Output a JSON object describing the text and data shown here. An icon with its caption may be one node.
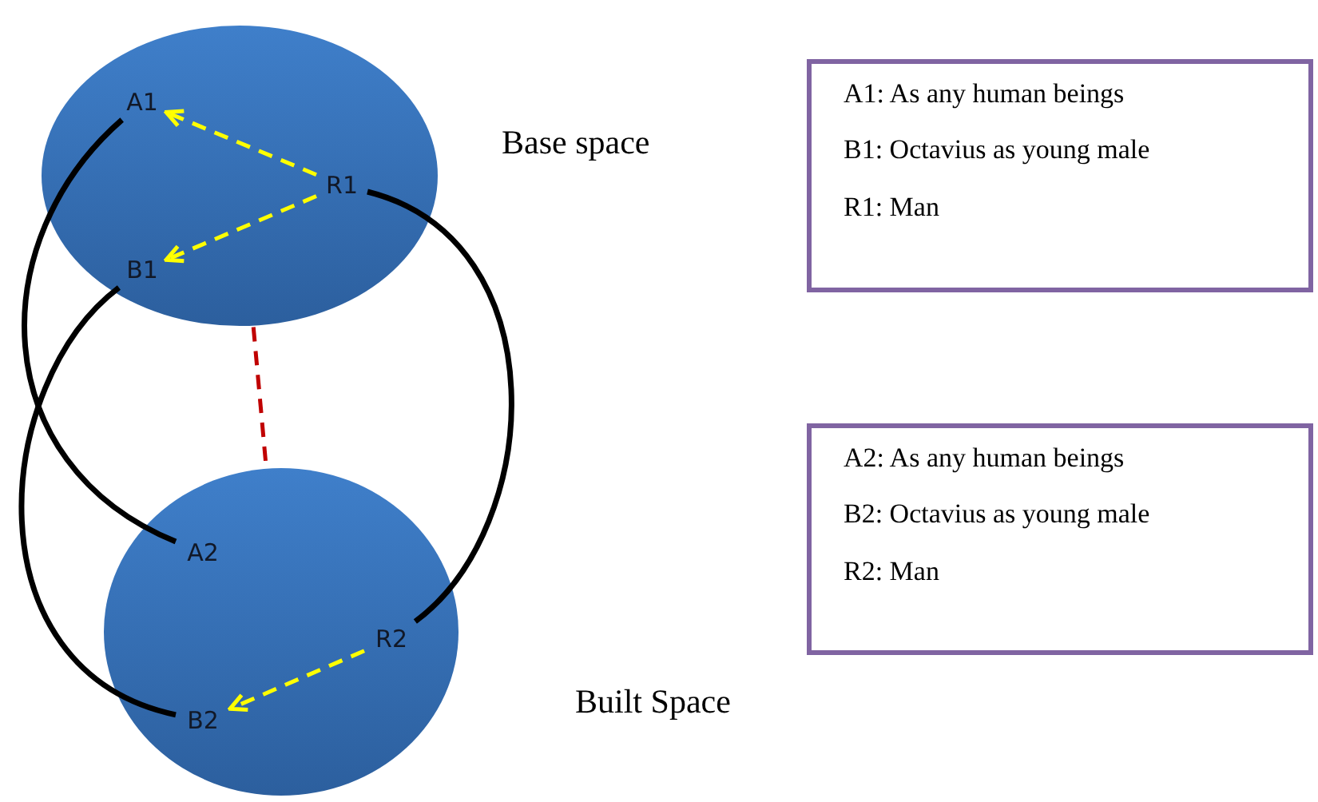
{
  "diagram": {
    "nodes": [
      {
        "text": [],
        "shape": "circle",
        "beside": [
          "Base space"
        ]
      },
      {
        "text": [
          "A1"
        ],
        "in": 0
      },
      {
        "text": [
          "R1"
        ],
        "in": 0
      },
      {
        "text": [
          "B1"
        ],
        "in": 0
      },
      {
        "text": [],
        "shape": "circle",
        "beside": [
          "Built Space"
        ]
      },
      {
        "text": [
          "A2"
        ],
        "in": 4
      },
      {
        "text": [
          "R2"
        ],
        "in": 4
      },
      {
        "text": [
          "B2"
        ],
        "in": 4
      },
      {
        "text": [
          "A1: As any human beings",
          "B1: Octavius as young male",
          "R1: Man"
        ]
      },
      {
        "text": [
          "A2: As any human beings",
          "B2: Octavius as young male",
          "R2: Man"
        ]
      }
    ],
    "edges": [
      {
        "from": 2,
        "to": 1,
        "arrow": "to",
        "style": "dashed",
        "color": "#ffff00"
      },
      {
        "from": 2,
        "to": 3,
        "arrow": "to",
        "style": "dashed",
        "color": "#ffff00"
      },
      {
        "from": 6,
        "to": 7,
        "arrow": "to",
        "style": "dashed",
        "color": "#ffff00"
      },
      {
        "from": 1,
        "to": 5,
        "arrow": "none",
        "color": "#000000"
      },
      {
        "from": 3,
        "to": 7,
        "arrow": "none",
        "color": "#000000"
      },
      {
        "from": 2,
        "to": 6,
        "arrow": "none",
        "color": "#000000"
      },
      {
        "from": 0,
        "to": 4,
        "arrow": "none",
        "style": "dashed",
        "color": "#c00000"
      }
    ]
  }
}
